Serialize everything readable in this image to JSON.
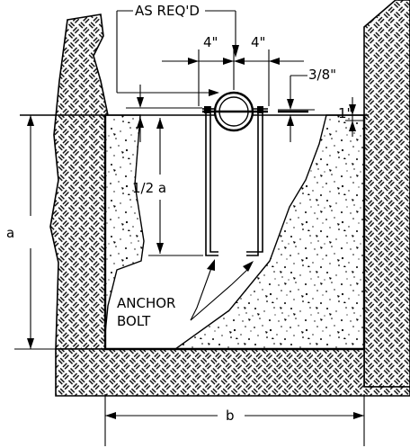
{
  "labels": {
    "as_reqd": "AS REQ'D",
    "spacing_left": "4\"",
    "spacing_right": "4\"",
    "three_eighths": "3/8\"",
    "one_inch": "1\"",
    "half_a": "1/2 a",
    "a": "a",
    "b": "b",
    "anchor": "ANCHOR",
    "bolt": "BOLT"
  }
}
